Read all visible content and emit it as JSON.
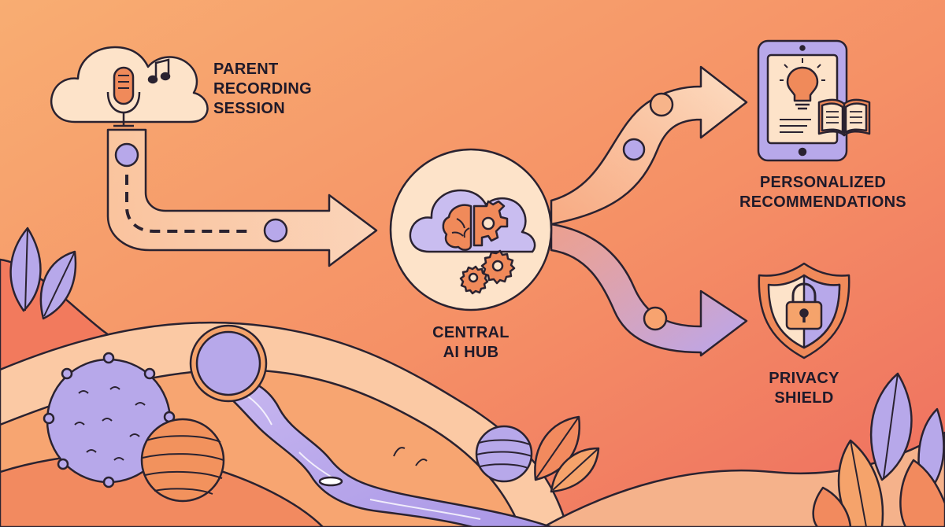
{
  "nodes": {
    "source": {
      "lines": [
        "PARENT",
        "RECORDING",
        "SESSION"
      ]
    },
    "hub": {
      "lines": [
        "CENTRAL",
        "AI HUB"
      ]
    },
    "recommendations": {
      "lines": [
        "PERSONALIZED",
        "RECOMMENDATIONS"
      ]
    },
    "privacy": {
      "lines": [
        "PRIVACY",
        "SHIELD"
      ]
    }
  },
  "icons": [
    "cloud-microphone-icon",
    "music-note-icon",
    "brain-gear-cloud-icon",
    "gears-icon",
    "tablet-lightbulb-icon",
    "open-book-icon",
    "shield-lock-icon"
  ],
  "colors": {
    "background_top": "#f7a46c",
    "background_bottom": "#f07a63",
    "lavender": "#b3a6ea",
    "cream": "#fde3c9",
    "outline": "#2a2230",
    "accent_orange": "#f08a5a"
  }
}
